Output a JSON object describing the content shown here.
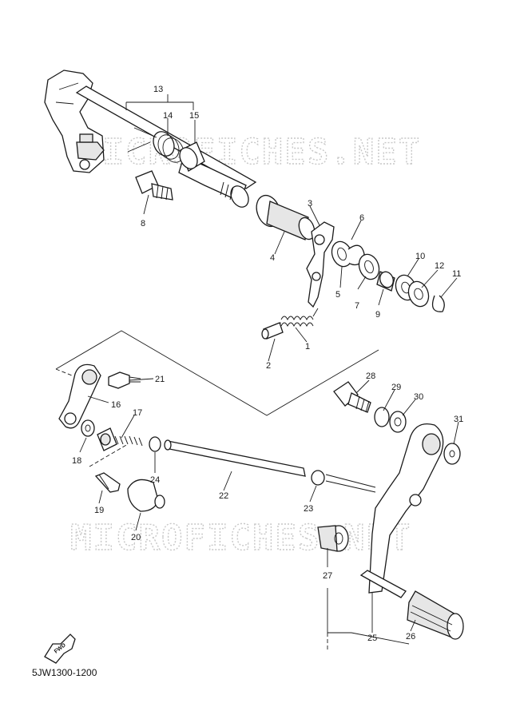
{
  "diagram": {
    "code": "5JW1300-1200",
    "watermark": "MICROFICHES.NET",
    "fwd_label": "FWD",
    "callouts": [
      {
        "id": "c1",
        "label": "1"
      },
      {
        "id": "c2",
        "label": "2"
      },
      {
        "id": "c3",
        "label": "3"
      },
      {
        "id": "c4",
        "label": "4"
      },
      {
        "id": "c5",
        "label": "5"
      },
      {
        "id": "c6",
        "label": "6"
      },
      {
        "id": "c7",
        "label": "7"
      },
      {
        "id": "c8",
        "label": "8"
      },
      {
        "id": "c9",
        "label": "9"
      },
      {
        "id": "c10",
        "label": "10"
      },
      {
        "id": "c11",
        "label": "11"
      },
      {
        "id": "c12",
        "label": "12"
      },
      {
        "id": "c13",
        "label": "13"
      },
      {
        "id": "c14",
        "label": "14"
      },
      {
        "id": "c15",
        "label": "15"
      },
      {
        "id": "c16",
        "label": "16"
      },
      {
        "id": "c17",
        "label": "17"
      },
      {
        "id": "c18",
        "label": "18"
      },
      {
        "id": "c19",
        "label": "19"
      },
      {
        "id": "c20",
        "label": "20"
      },
      {
        "id": "c21",
        "label": "21"
      },
      {
        "id": "c22",
        "label": "22"
      },
      {
        "id": "c23",
        "label": "23"
      },
      {
        "id": "c24",
        "label": "24"
      },
      {
        "id": "c25",
        "label": "25"
      },
      {
        "id": "c26",
        "label": "26"
      },
      {
        "id": "c27",
        "label": "27"
      },
      {
        "id": "c28",
        "label": "28"
      },
      {
        "id": "c29",
        "label": "29"
      },
      {
        "id": "c30",
        "label": "30"
      },
      {
        "id": "c31",
        "label": "31"
      }
    ]
  }
}
